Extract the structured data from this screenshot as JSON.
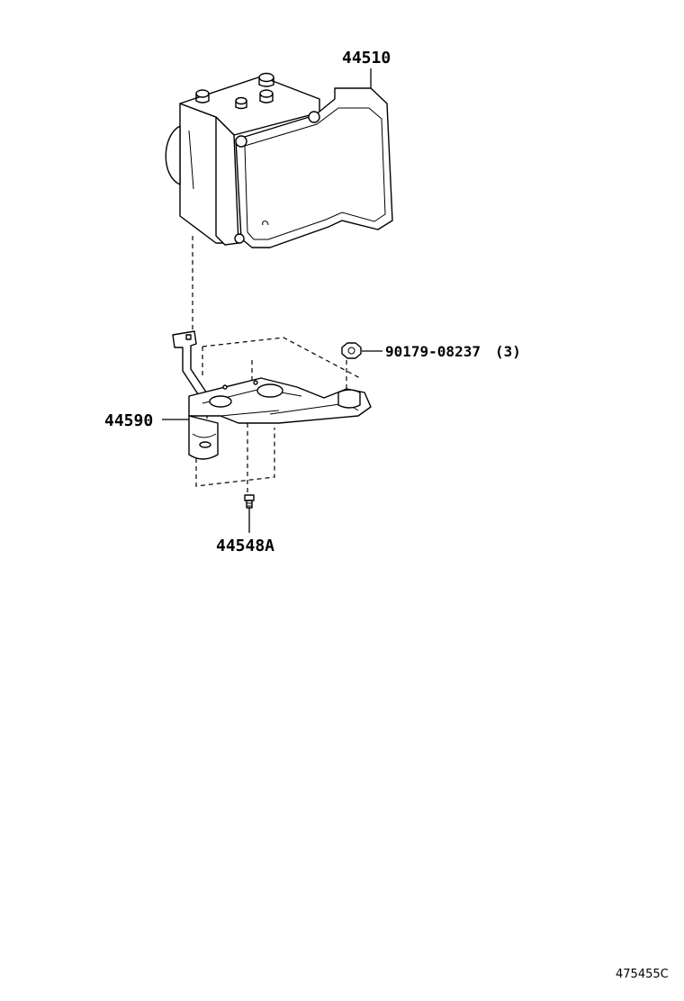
{
  "parts": {
    "actuator": {
      "number": "44510"
    },
    "bracket": {
      "number": "44590"
    },
    "nut": {
      "number": "90179-08237",
      "quantity": "(3)"
    },
    "bolt": {
      "number": "44548A"
    }
  },
  "illustration_ref": "475455C"
}
